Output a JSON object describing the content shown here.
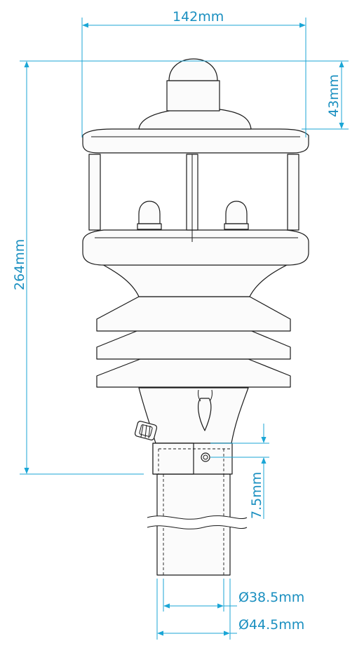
{
  "diagram": {
    "colors": {
      "dimension": "#1ba6d6",
      "dimension_text": "#1a8fc0",
      "outline": "#1a1a1a",
      "body_fill": "#fbfbfb"
    },
    "dimensions": {
      "overall_width": "142mm",
      "top_dome_height": "43mm",
      "overall_height": "264mm",
      "bracket_offset": "7.5mm",
      "inner_diameter": "Ø38.5mm",
      "outer_diameter": "Ø44.5mm"
    }
  }
}
